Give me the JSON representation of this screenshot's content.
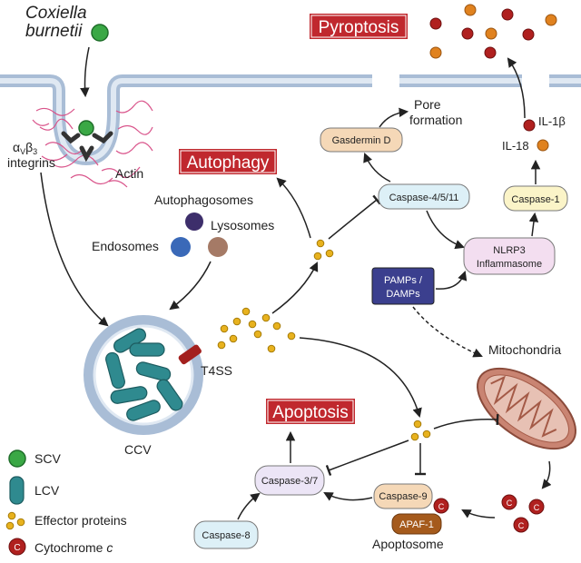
{
  "organism": {
    "line1": "Coxiella",
    "line2": "burnetii"
  },
  "receptor": {
    "alpha": "α",
    "alpha_sub": "V",
    "beta": "β",
    "beta_sub": "3",
    "line2": "integrins"
  },
  "labels": {
    "actin": "Actin",
    "autophagosomes": "Autophagosomes",
    "lysosomes": "Lysosomes",
    "endosomes": "Endosomes",
    "t4ss": "T4SS",
    "ccv": "CCV",
    "mitochondria": "Mitochondria",
    "pore_line1": "Pore",
    "pore_line2": "formation",
    "il1b": "IL-1β",
    "il18": "IL-18",
    "apoptosome": "Apoptosome",
    "cytochrome_mark": "C"
  },
  "banners": {
    "pyroptosis": "Pyroptosis",
    "autophagy": "Autophagy",
    "apoptosis": "Apoptosis"
  },
  "boxes": {
    "gasdermin": "Gasdermin D",
    "caspase4511": "Caspase-4/5/11",
    "caspase1": "Caspase-1",
    "nlrp3_line1": "NLRP3",
    "nlrp3_line2": "Inflammasome",
    "pamps_line1": "PAMPs /",
    "pamps_line2": "DAMPs",
    "caspase37": "Caspase-3/7",
    "caspase9": "Caspase-9",
    "apaf1": "APAF-1",
    "caspase8": "Caspase-8"
  },
  "legend": [
    {
      "label": "SCV",
      "icon": "scv-icon"
    },
    {
      "label": "LCV",
      "icon": "lcv-icon"
    },
    {
      "label": "Effector proteins",
      "icon": "effector-proteins-icon"
    },
    {
      "label": "Cytochrome c",
      "label_main": "Cytochrome ",
      "label_italic": "c",
      "icon": "cytochrome-c-icon"
    }
  ],
  "colors": {
    "membrane": "#a9bdd6",
    "banner": "#c0282e",
    "scv": "#3aa845",
    "lcv": "#2f8a8f",
    "effector": "#e8b21e",
    "cytochrome": "#b0201f",
    "il18": "#e0821f",
    "mitochondria": "#c98472"
  }
}
